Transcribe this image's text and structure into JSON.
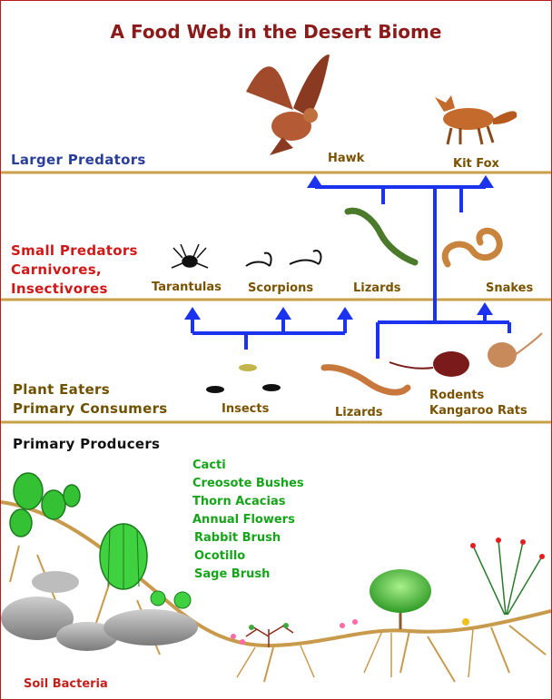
{
  "title": "A Food Web in the Desert Biome",
  "colors": {
    "title": "#8b1a1a",
    "tier_divider": "#c8a04a",
    "arrow": "#1b33ee",
    "producer_text": "#16a51a",
    "organism_label": "#7a5300"
  },
  "tiers": {
    "larger_predators": "Larger  Predators",
    "small_predators": [
      "Small Predators",
      "Carnivores,",
      "Insectivores"
    ],
    "plant_eaters": [
      "Plant Eaters",
      "Primary Consumers"
    ],
    "primary_producers": "Primary Producers"
  },
  "organisms": {
    "hawk": "Hawk",
    "kit_fox": "Kit Fox",
    "tarantulas": "Tarantulas",
    "scorpions": "Scorpions",
    "lizards_predator": "Lizards",
    "snakes": "Snakes",
    "insects": "Insects",
    "lizards_consumer": "Lizards",
    "rodents": "Rodents",
    "kangaroo_rats": "Kangaroo  Rats"
  },
  "producers": [
    "Cacti",
    "Creosote Bushes",
    "Thorn Acacias",
    "Annual Flowers",
    "Rabbit Brush",
    "Ocotillo",
    "Sage Brush"
  ],
  "soil_bacteria": "Soil Bacteria"
}
